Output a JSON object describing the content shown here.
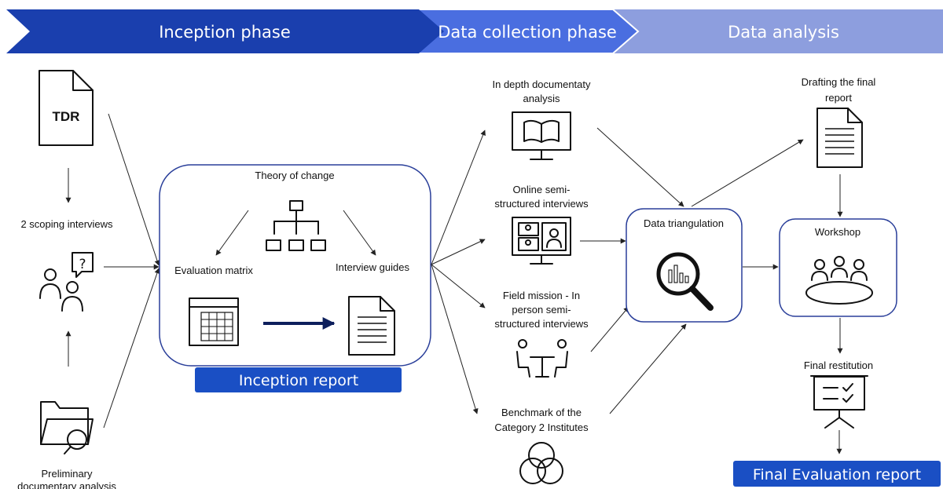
{
  "phases": [
    {
      "label": "Inception phase",
      "color": "#1a3fae"
    },
    {
      "label": "Data collection phase",
      "color": "#4a6ee0"
    },
    {
      "label": "Data analysis",
      "color": "#8d9ede"
    }
  ],
  "inputs": {
    "tdr_label": "TDR",
    "scoping_label": "2 scoping interviews",
    "preliminary_label_1": "Preliminary",
    "preliminary_label_2": "documentary analysis"
  },
  "inception_box": {
    "title": "Theory of change",
    "left_label": "Evaluation matrix",
    "right_label": "Interview guides",
    "report_label": "Inception report"
  },
  "collection": {
    "doc_analysis_1": "In depth documentaty",
    "doc_analysis_2": "analysis",
    "online_1": "Online semi-",
    "online_2": "structured interviews",
    "field_1": "Field mission - In",
    "field_2": "person semi-",
    "field_3": "structured interviews",
    "benchmark_1": "Benchmark of the",
    "benchmark_2": "Category 2 Institutes"
  },
  "analysis": {
    "triangulation_label": "Data triangulation",
    "drafting_1": "Drafting the final",
    "drafting_2": "report",
    "workshop_label": "Workshop",
    "restitution_label": "Final restitution",
    "final_report_label": "Final Evaluation report"
  },
  "colors": {
    "report_bar": "#1a4fc4",
    "box_border": "#2a3f9a",
    "inner_arrow": "#0d1f5c"
  }
}
